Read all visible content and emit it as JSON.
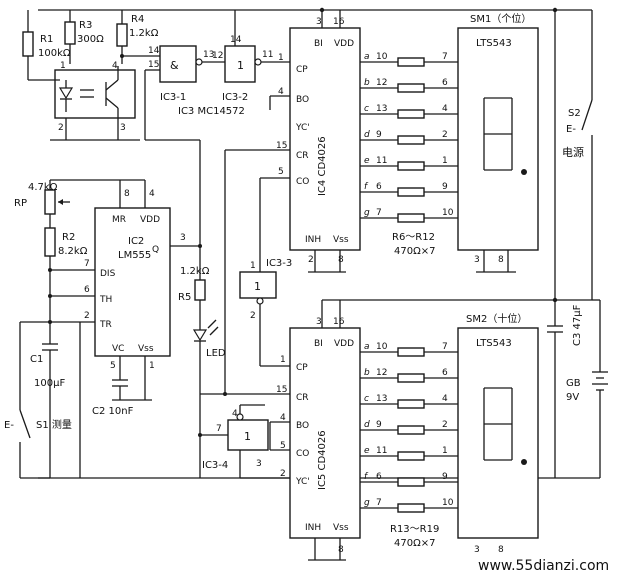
{
  "labels": {
    "r1_name": "R1",
    "r1_value": "100kΩ",
    "r3_name": "R3",
    "r3_value": "300Ω",
    "r4_name": "R4",
    "r4_value": "1.2kΩ",
    "ic3_1": "IC3-1",
    "ic3_2": "IC3-2",
    "ic3_part": "IC3  MC14572",
    "and_symbol": "&",
    "not_symbol": "1",
    "rp_name": "RP",
    "rp_value": "4.7kΩ",
    "r2_name": "R2",
    "r2_value": "8.2kΩ",
    "ic2_name": "IC2",
    "ic2_part": "LM555",
    "r5_name": "R5",
    "r5_value": "1.2kΩ",
    "led": "LED",
    "c1_name": "C1",
    "c1_value": "100μF",
    "c2": "C2  10nF",
    "s1": "S1  测量",
    "s1_mark": "E-",
    "ic3_3": "IC3-3",
    "ic3_4": "IC3-4",
    "s2_name": "S2",
    "s2_mark": "E-",
    "power": "电源",
    "c3": "C3  47μF",
    "gb_name": "GB",
    "gb_value": "9V",
    "ic4": "IC4  CD4026",
    "ic5": "IC5  CD4026",
    "sm1": "SM1（个位）",
    "sm2": "SM2（十位）",
    "lts1": "LTS543",
    "lts2": "LTS543",
    "r6_r12": "R6～R12",
    "r6_r12_value": "470Ω×7",
    "r13_r19": "R13～R19",
    "r13_r19_value": "470Ω×7",
    "watermark": "www.55dianzi.com"
  },
  "pins": {
    "ic2": {
      "mr": "MR",
      "vdd": "VDD",
      "q": "Q",
      "dis": "DIS",
      "th": "TH",
      "tr": "TR",
      "vc": "VC",
      "vss": "Vss"
    },
    "counter": {
      "bi": "BI",
      "vdd": "VDD",
      "cp": "CP",
      "bo": "BO",
      "yc": "YC'",
      "cr": "CR",
      "co": "CO",
      "inh": "INH",
      "vss": "Vss"
    }
  },
  "segments": {
    "letters": [
      "a",
      "b",
      "c",
      "d",
      "e",
      "f",
      "g"
    ],
    "ic_pins": [
      "10",
      "12",
      "13",
      "9",
      "11",
      "6",
      "7"
    ],
    "display_pins": [
      "7",
      "6",
      "4",
      "2",
      "1",
      "9",
      "10"
    ]
  },
  "pin_numbers": {
    "opto": [
      "1",
      "4",
      "2",
      "3"
    ],
    "ic3_1": [
      "14",
      "15",
      "13"
    ],
    "ic3_2": [
      "14",
      "12",
      "11"
    ],
    "ic2": [
      "8",
      "4",
      "3",
      "7",
      "6",
      "2",
      "5",
      "1"
    ],
    "ic4": [
      "3",
      "16",
      "1",
      "4",
      "15",
      "5",
      "2",
      "8"
    ],
    "ic5": [
      "3",
      "16",
      "1",
      "4",
      "15",
      "5",
      "2",
      "8"
    ],
    "ic3_3": [
      "1",
      "2"
    ],
    "ic3_4": [
      "4",
      "7",
      "3"
    ],
    "sm1_bottom": [
      "3",
      "8"
    ],
    "sm2_bottom": [
      "3",
      "8"
    ]
  }
}
